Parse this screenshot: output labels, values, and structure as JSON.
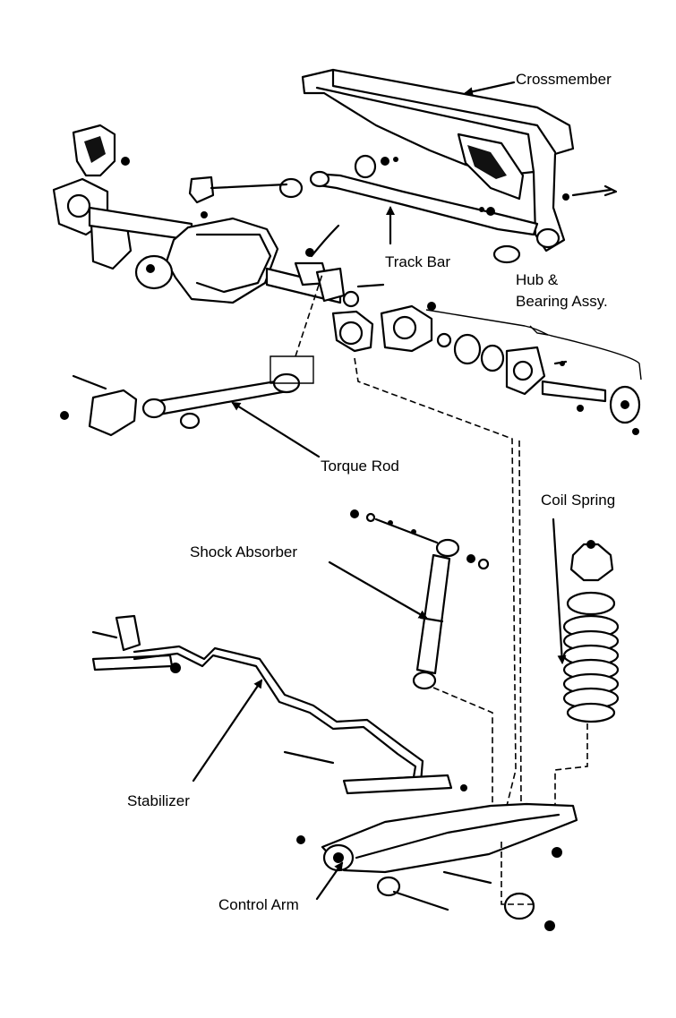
{
  "diagram": {
    "labels": {
      "crossmember": "Crossmember",
      "track_bar": "Track Bar",
      "hub_line1": "Hub &",
      "hub_line2": "Bearing Assy.",
      "torque_rod": "Torque Rod",
      "coil_spring": "Coil Spring",
      "shock_absorber": "Shock Absorber",
      "stabilizer": "Stabilizer",
      "control_arm": "Control Arm"
    }
  }
}
